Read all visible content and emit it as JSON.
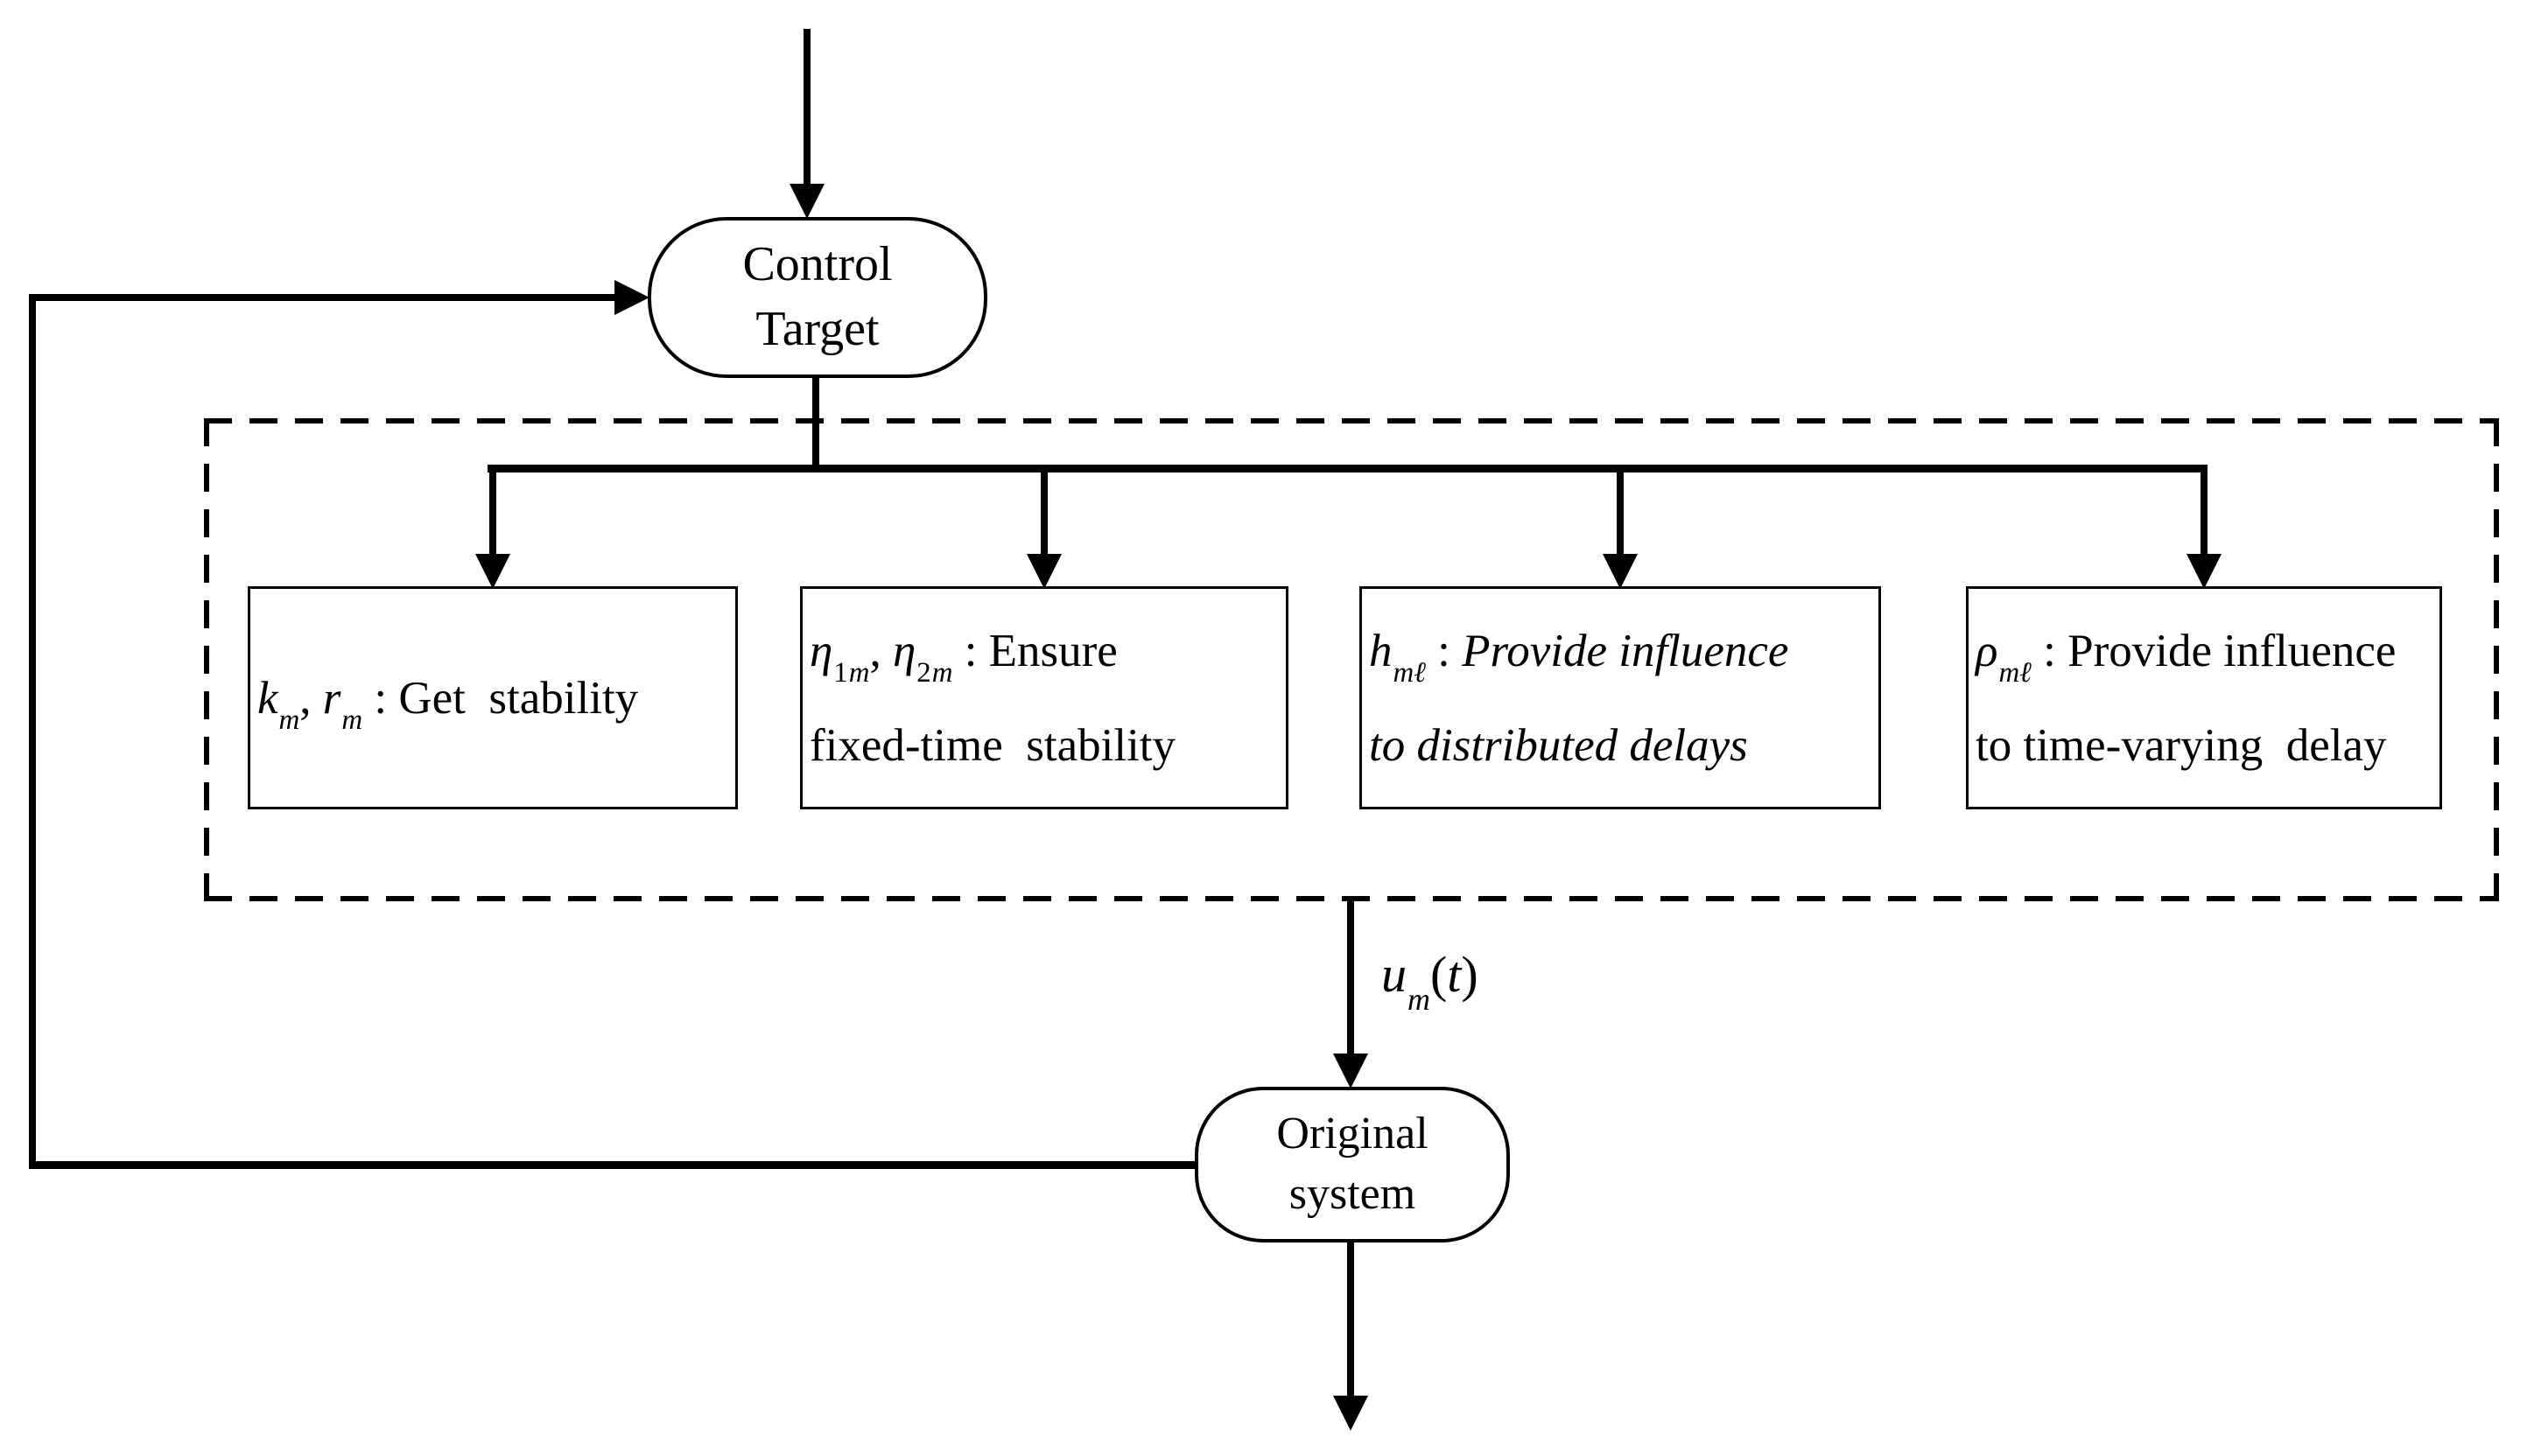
{
  "colors": {
    "ink": "#000000",
    "paper": "#ffffff"
  },
  "nodes": {
    "control_target": {
      "lines": [
        "Control",
        "Target"
      ]
    },
    "original_system": {
      "lines": [
        "Original",
        "system"
      ]
    }
  },
  "signal_label_segments": [
    {
      "t": "u",
      "i": true
    },
    {
      "t": "m",
      "i": true,
      "sub": true
    },
    {
      "t": "(",
      "i": false
    },
    {
      "t": "t",
      "i": true
    },
    {
      "t": ")",
      "i": false
    }
  ],
  "parameter_boxes": [
    {
      "key": "feedback-gains",
      "segments": [
        {
          "t": "k",
          "i": true
        },
        {
          "t": "m",
          "i": true,
          "sub": true
        },
        {
          "t": ", ",
          "i": false
        },
        {
          "t": "r",
          "i": true
        },
        {
          "t": "m",
          "i": true,
          "sub": true
        },
        {
          "t": " : Get stability",
          "i": false
        }
      ]
    },
    {
      "key": "fixed-time-exponents",
      "segments": [
        {
          "t": "η",
          "i": true
        },
        {
          "t": "1",
          "i": false,
          "sub": true
        },
        {
          "t": "m",
          "i": true,
          "sub": true
        },
        {
          "t": ", ",
          "i": false
        },
        {
          "t": "η",
          "i": true
        },
        {
          "t": "2",
          "i": false,
          "sub": true
        },
        {
          "t": "m",
          "i": true,
          "sub": true
        },
        {
          "t": " : Ensure",
          "i": false
        },
        {
          "br": true
        },
        {
          "t": "fixed-time stability",
          "i": false
        }
      ]
    },
    {
      "key": "distributed-delay-gain",
      "segments": [
        {
          "t": "h",
          "i": true
        },
        {
          "t": "mℓ",
          "i": true,
          "sub": true
        },
        {
          "t": " : ",
          "i": false
        },
        {
          "t": "Provide influence",
          "i": true
        },
        {
          "br": true
        },
        {
          "t": "to distributed delays",
          "i": true
        }
      ]
    },
    {
      "key": "time-varying-delay-gain",
      "segments": [
        {
          "t": "ρ",
          "i": true
        },
        {
          "t": "mℓ",
          "i": true,
          "sub": true
        },
        {
          "t": " : Provide influence",
          "i": false
        },
        {
          "br": true
        },
        {
          "t": "to time-varying delay",
          "i": false
        }
      ]
    }
  ]
}
